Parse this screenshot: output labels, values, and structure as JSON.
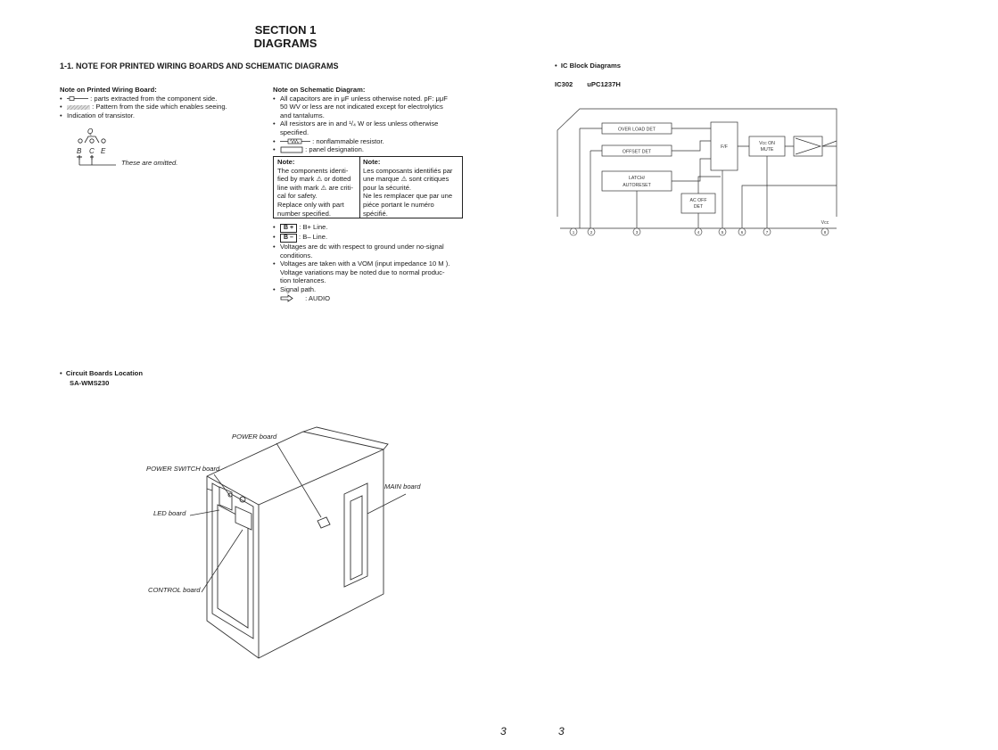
{
  "section": {
    "line1": "SECTION 1",
    "line2": "DIAGRAMS"
  },
  "heading": "1-1. NOTE FOR PRINTED WIRING BOARDS AND SCHEMATIC DIAGRAMS",
  "pwb": {
    "title": "Note on Printed Wiring Board:",
    "items": [
      ": parts extracted from the component side.",
      ": Pattern from the side which enables seeing.",
      "Indication of transistor."
    ],
    "transistor": {
      "q": "Q",
      "b": "B",
      "c": "C",
      "e": "E"
    },
    "omitted": "These are omitted."
  },
  "schematic": {
    "title": "Note on Schematic Diagram:",
    "cap1": "All capacitors are in μF unless otherwise noted. pF: μμF",
    "cap2": "50 WV or less are not indicated except for electrolytics",
    "cap3": "and tantalums.",
    "res1": "All resistors are in   and ¹/₄ W or less unless otherwise",
    "res2": "specified.",
    "nonflam": ": nonflammable resistor.",
    "panel": ": panel designation.",
    "note_en_title": "Note:",
    "note_en": [
      "The components identi-",
      "fied by mark ⚠ or dotted",
      "line with mark ⚠ are criti-",
      "cal for safety.",
      "Replace only with part",
      "number specified."
    ],
    "note_fr_title": "Note:",
    "note_fr": [
      "Les composants identifiés par",
      "une marque ⚠ sont critiques",
      "pour la sécurité.",
      "Ne les remplacer que par une",
      "piéce portant le numéro",
      "spécifié."
    ],
    "bplus_box": "B +",
    "bplus": ": B+ Line.",
    "bminus_box": "B –",
    "bminus": ": B– Line.",
    "volt1": "Voltages are dc with respect to ground under no-signal",
    "volt2": "conditions.",
    "vom1": "Voltages are taken with a VOM (input impedance 10 M  ).",
    "vom2": "Voltage variations may be noted due to normal produc-",
    "vom3": "tion tolerances.",
    "signal": "Signal path.",
    "audio": ": AUDIO"
  },
  "ic": {
    "title": "IC Block Diagrams",
    "ref": "IC302",
    "part": "uPC1237H",
    "blocks": {
      "overload": "OVER LOAD DET",
      "offset": "OFFSET DET",
      "latch1": "LATCH/",
      "latch2": "AUTORESET",
      "ff": "F/F",
      "vccon1": "Vcc ON",
      "vccon2": "MUTE",
      "acoff1": "AC OFF",
      "acoff2": "DET",
      "vcc": "Vcc"
    },
    "pins": [
      "1",
      "2",
      "3",
      "4",
      "5",
      "6",
      "7",
      "8"
    ]
  },
  "boards": {
    "title": "Circuit Boards Location",
    "model": "SA-WMS230",
    "power": "POWER board",
    "power_switch": "POWER SWITCH board",
    "main": "MAIN board",
    "led": "LED board",
    "control": "CONTROL board"
  },
  "pages": {
    "left": "3",
    "right": "3"
  }
}
